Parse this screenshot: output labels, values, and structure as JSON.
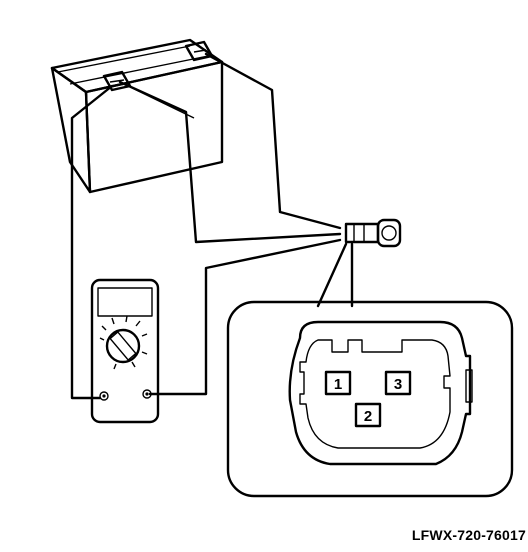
{
  "figure": {
    "reference_code": "LFWX-720-76017"
  },
  "connector": {
    "pins": [
      {
        "label": "1"
      },
      {
        "label": "2"
      },
      {
        "label": "3"
      }
    ]
  },
  "icons": [
    "battery-icon",
    "multimeter-icon",
    "sensor-connector-icon",
    "connector-face-icon"
  ]
}
